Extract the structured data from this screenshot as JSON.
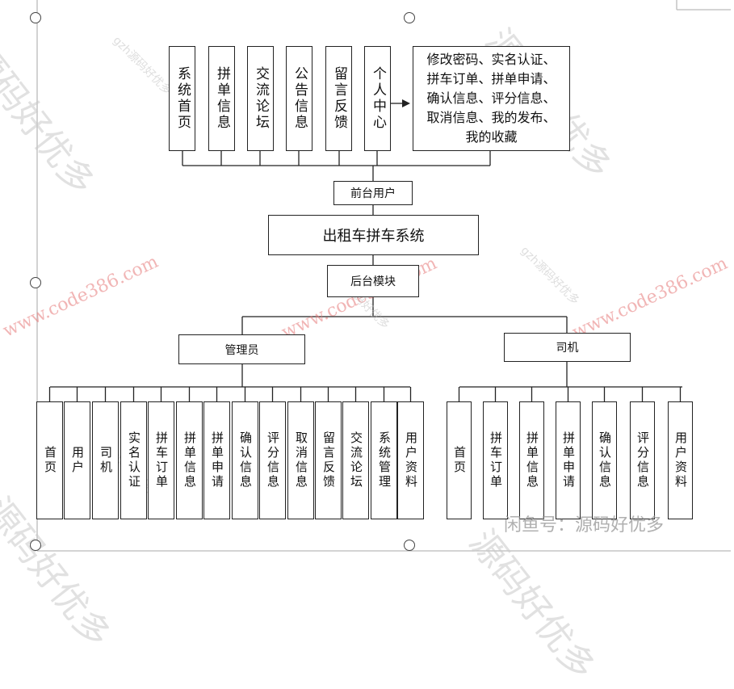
{
  "top_modules": [
    "系统首页",
    "拼单信息",
    "交流论坛",
    "公告信息",
    "留言反馈",
    "个人中心"
  ],
  "personal_center_detail": "修改密码、实名认证、拼车订单、拼单申请、确认信息、评分信息、取消信息、我的发布、我的收藏",
  "frontend_label": "前台用户",
  "system_title": "出租车拼车系统",
  "backend_label": "后台模块",
  "admin_label": "管理员",
  "driver_label": "司机",
  "admin_modules": [
    "首页",
    "用户",
    "司机",
    "实名认证",
    "拼车订单",
    "拼单信息",
    "拼单申请",
    "确认信息",
    "评分信息",
    "取消信息",
    "留言反馈",
    "交流论坛",
    "系统管理",
    "用户资料"
  ],
  "driver_modules": [
    "首页",
    "拼车订单",
    "拼单信息",
    "拼单申请",
    "确认信息",
    "评分信息",
    "用户资料"
  ],
  "watermarks": {
    "big": "源码好优多",
    "url": "www.code386.com",
    "small": "gzh源码好优多",
    "footer": "闲鱼号：源码好优多"
  }
}
